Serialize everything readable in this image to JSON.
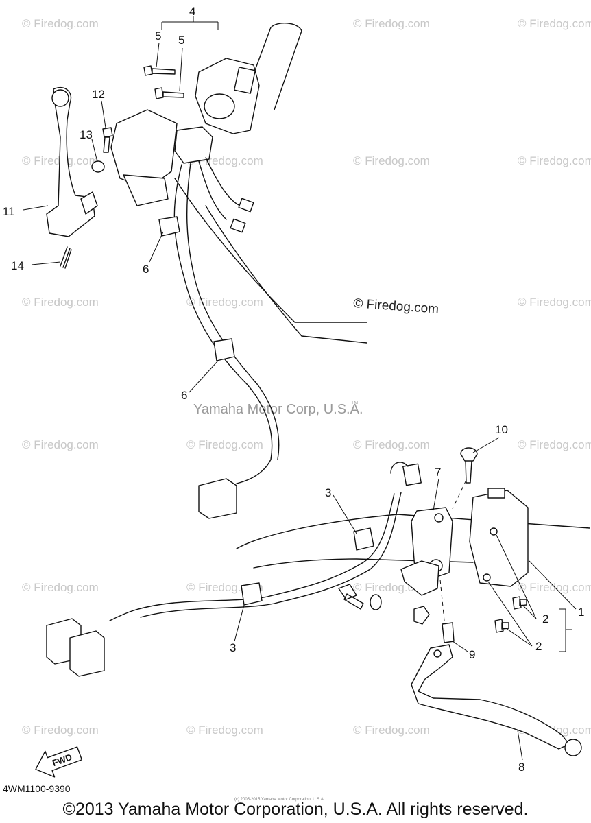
{
  "watermark": "© Firedog.com",
  "watermark_center": "© Firedog.com",
  "corp_mark": "Yamaha Motor Corp, U.S.A.",
  "corp_mark_tm": "TM",
  "fwd_label": "FWD",
  "part_code": "4WM1100-9390",
  "tiny_copyright": "(c) 2005-2015 Yamaha Motor Corporation, U.S.A.",
  "copyright": "©2013 Yamaha Motor Corporation, U.S.A. All rights reserved.",
  "callouts": [
    "1",
    "2",
    "2",
    "3",
    "3",
    "4",
    "5",
    "5",
    "6",
    "6",
    "7",
    "8",
    "9",
    "10",
    "11",
    "12",
    "13",
    "14"
  ]
}
